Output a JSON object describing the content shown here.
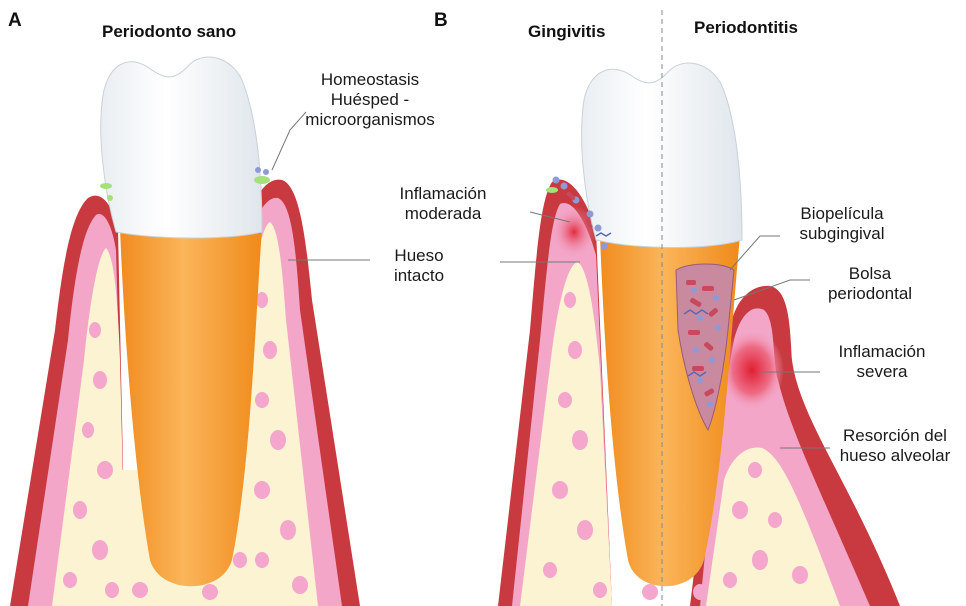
{
  "panels": {
    "a": {
      "letter": "A",
      "title": "Periodonto sano"
    },
    "b": {
      "letter": "B",
      "title_left": "Gingivitis",
      "title_right": "Periodontitis"
    }
  },
  "labels": {
    "homeostasis": [
      "Homeostasis",
      "Huésped -",
      "microorganismos"
    ],
    "hueso_intacto": [
      "Hueso",
      "intacto"
    ],
    "inflamacion_moderada": [
      "Inflamación",
      "moderada"
    ],
    "biopelicula": [
      "Biopelícula",
      "subgingival"
    ],
    "bolsa": [
      "Bolsa",
      "periodontal"
    ],
    "inflamacion_severa": [
      "Inflamación",
      "severa"
    ],
    "resorcion": [
      "Resorción del",
      "hueso alveolar"
    ]
  },
  "colors": {
    "crown": "#ffffff",
    "root": "#f7a23a",
    "gum": "#c83a3f",
    "gum_inner": "#f3a6c8",
    "bone": "#fbf3d2",
    "marrow": "#f4a6cc",
    "inflammation": "#e0283a",
    "bacteria": "#8e9ad6"
  }
}
